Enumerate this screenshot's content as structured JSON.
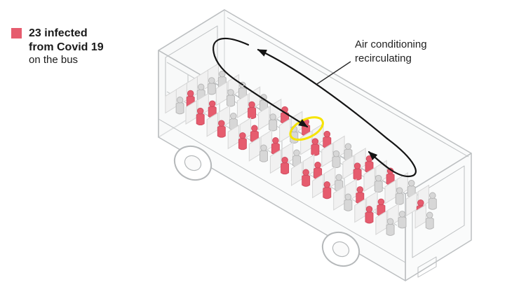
{
  "legend": {
    "swatch_color": "#e65c6e",
    "title_line1": "23 infected",
    "title_line2": "from Covid 19",
    "subtitle": "on the bus"
  },
  "annotation": {
    "line1": "Air conditioning",
    "line2": "recirculating"
  },
  "bus": {
    "infected_total": 23,
    "colors": {
      "infected": "#e65c6e",
      "infected_stroke": "#cf4a5e",
      "healthy": "#d7d7d7",
      "healthy_stroke": "#b4b4b4",
      "outline": "#bcbfc1",
      "arrow": "#141414",
      "highlight": "#f6e400",
      "seat": "#f1f1f1",
      "seat_stroke": "#d6d6d6"
    },
    "rows": [
      {
        "row": 0,
        "type": "back-bench",
        "seats": 5,
        "infected": [
          1
        ]
      },
      {
        "row": 1,
        "type": "standard",
        "seats": 4,
        "infected": [
          0,
          1
        ]
      },
      {
        "row": 2,
        "type": "standard",
        "seats": 4,
        "infected": [
          0,
          2
        ]
      },
      {
        "row": 3,
        "type": "standard",
        "seats": 4,
        "infected": [
          0,
          1,
          3
        ]
      },
      {
        "row": 4,
        "type": "standard",
        "seats": 4,
        "infected": [
          1,
          3
        ]
      },
      {
        "row": 5,
        "type": "standard",
        "seats": 4,
        "infected": [
          0,
          2,
          3
        ]
      },
      {
        "row": 6,
        "type": "standard",
        "seats": 4,
        "infected": [
          0,
          1
        ]
      },
      {
        "row": 7,
        "type": "standard",
        "seats": 4,
        "infected": [
          0,
          2,
          3
        ]
      },
      {
        "row": 8,
        "type": "standard",
        "seats": 4,
        "infected": [
          1,
          3
        ]
      },
      {
        "row": 9,
        "type": "standard",
        "seats": 4,
        "infected": [
          0,
          1
        ]
      },
      {
        "row": 10,
        "type": "standard",
        "seats": 4,
        "infected": [
          2
        ]
      }
    ],
    "index_case": {
      "row": 4,
      "seat": 3
    },
    "driver": {
      "infected": false
    }
  }
}
